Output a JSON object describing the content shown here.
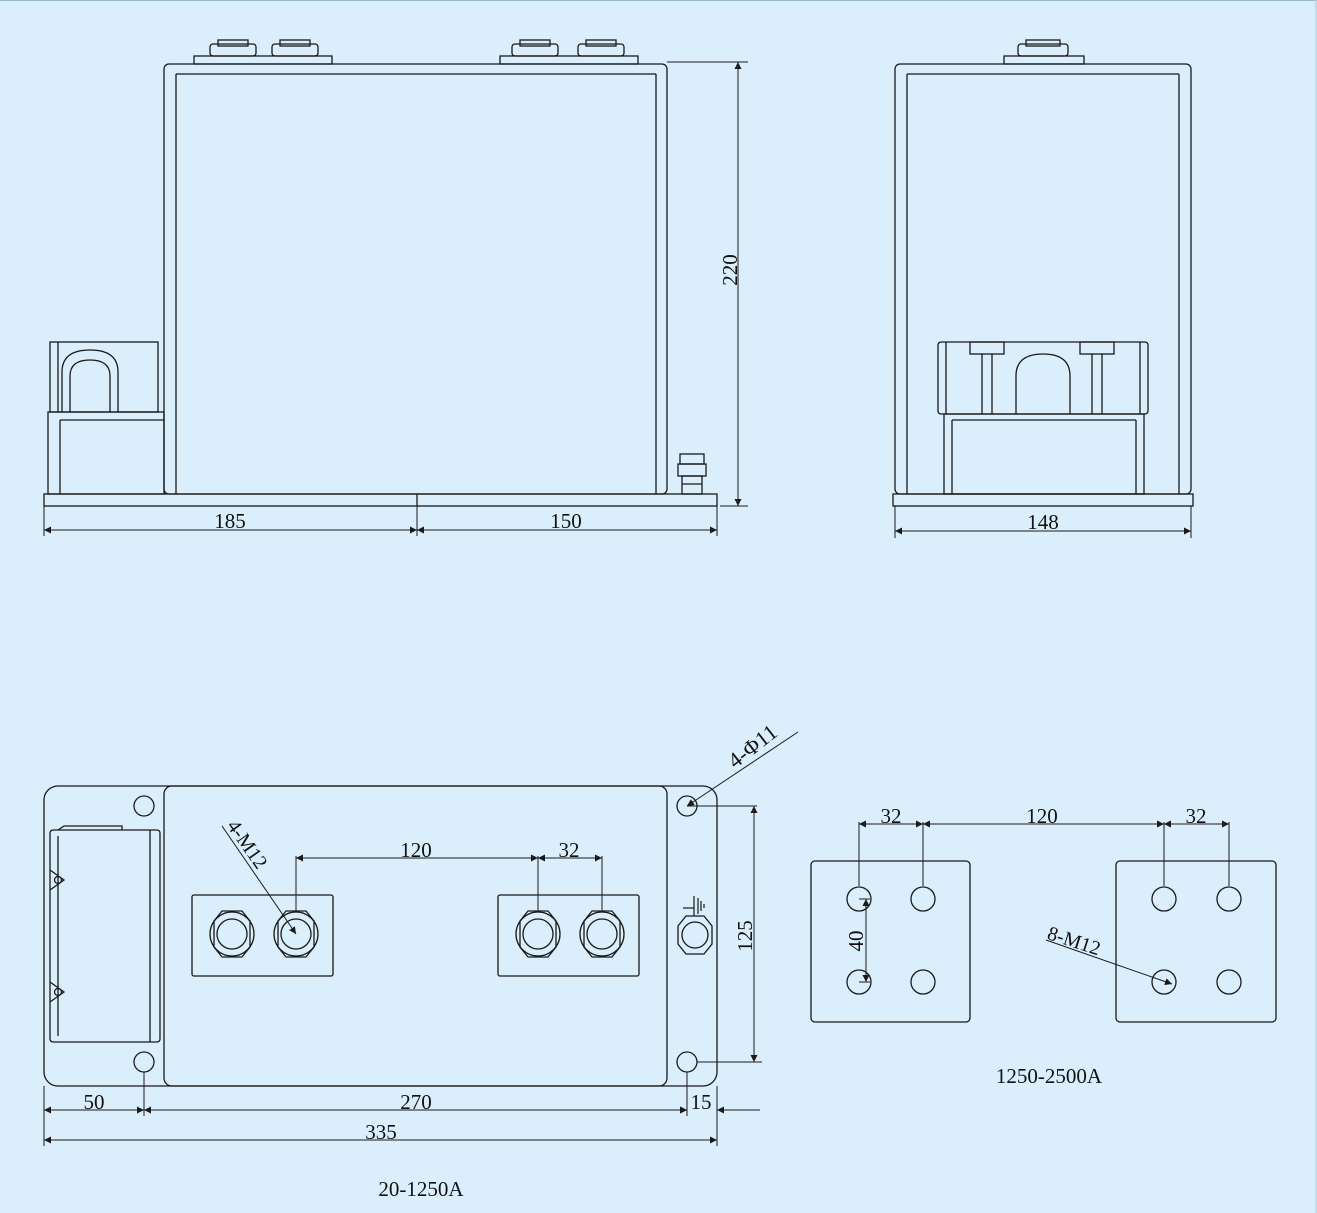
{
  "colors": {
    "background": "#dbeefb",
    "line": "#1a1a1a"
  },
  "front_view": {
    "dim_height": "220",
    "dim_left": "185",
    "dim_right": "150"
  },
  "side_view": {
    "dim_width": "148"
  },
  "top_view": {
    "hole_callout": "4-Φ11",
    "thread_callout": "4-M12",
    "dim_terminal_spacing": "120",
    "dim_bolt_pitch": "32",
    "dim_mount_height": "125",
    "dim_left_offset": "50",
    "dim_center": "270",
    "dim_right_offset": "15",
    "dim_total": "335",
    "ground_symbol": "ground-icon",
    "caption": "20-1250A"
  },
  "alt_terminal_view": {
    "dim_pitch_left": "32",
    "dim_spacing": "120",
    "dim_pitch_right": "32",
    "dim_vertical": "40",
    "thread_callout": "8-M12",
    "caption": "1250-2500A"
  }
}
